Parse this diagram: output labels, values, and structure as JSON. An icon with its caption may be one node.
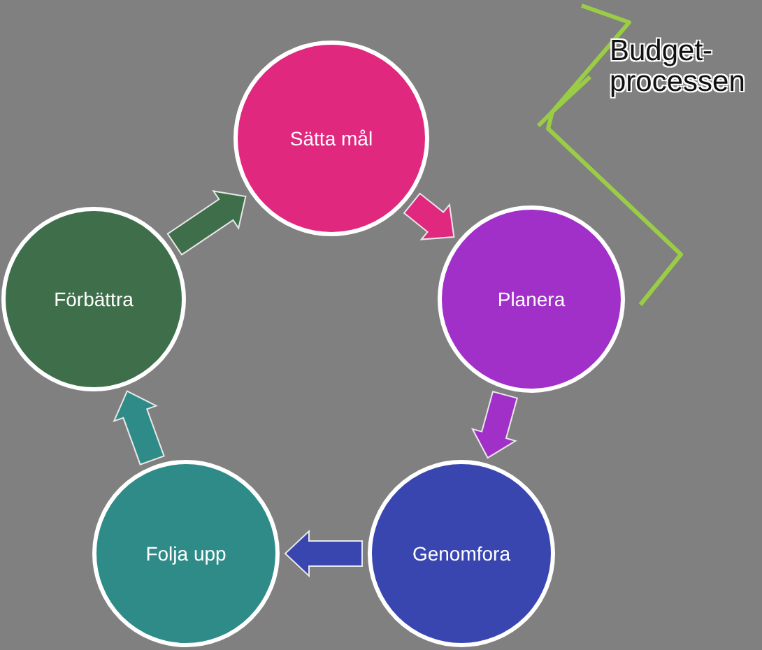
{
  "diagram": {
    "nodes": [
      {
        "text": [
          "Sätta mål"
        ]
      },
      {
        "text": [
          "Planera"
        ]
      },
      {
        "text": [
          "Genomfora"
        ]
      },
      {
        "text": [
          "Folja upp"
        ]
      },
      {
        "text": [
          "Förbättra"
        ]
      }
    ],
    "edges": [
      {
        "from": 0,
        "to": 1,
        "arrow": "to",
        "style": "thick",
        "color": "#e0287f"
      },
      {
        "from": 1,
        "to": 2,
        "arrow": "to",
        "style": "thick",
        "color": "#a030c8"
      },
      {
        "from": 2,
        "to": 3,
        "arrow": "to",
        "style": "thick",
        "color": "#3a46b0"
      },
      {
        "from": 3,
        "to": 4,
        "arrow": "to",
        "style": "thick",
        "color": "#2e8b88"
      },
      {
        "from": 4,
        "to": 0,
        "arrow": "to",
        "style": "thick",
        "color": "#3e6e4a"
      }
    ],
    "labels": [
      "Budget-processen"
    ]
  }
}
